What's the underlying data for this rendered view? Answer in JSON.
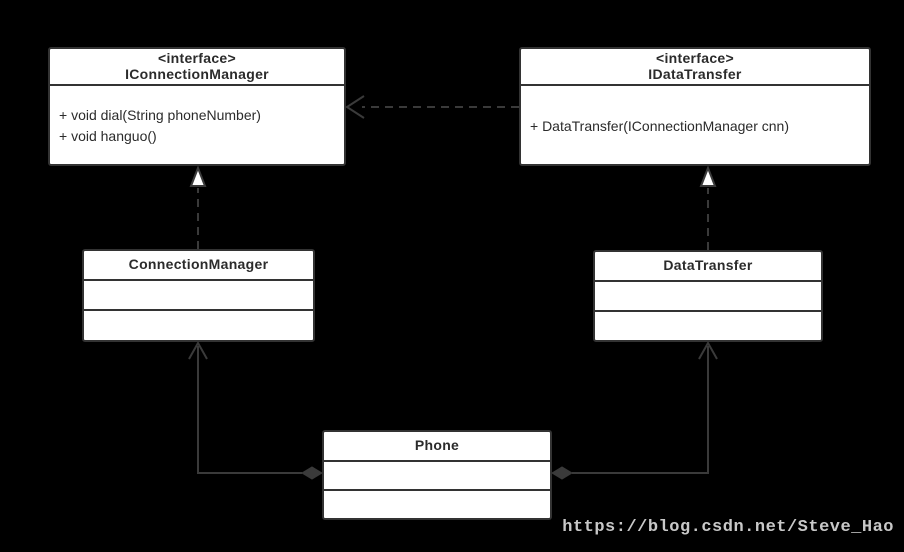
{
  "diagram": {
    "kind": "uml-class-diagram",
    "colors": {
      "background": "#000000",
      "line": "#3a3a3a",
      "box_fill": "#ffffff",
      "box_border": "#333333",
      "text": "#2b2b2b",
      "watermark": "#c8c8c8",
      "realization_head_fill": "#ffffff"
    }
  },
  "classes": [
    {
      "id": "IConnectionManager",
      "stereotype": "<interface>",
      "name": "IConnectionManager",
      "methods": [
        "+ void dial(String phoneNumber)",
        "+ void hanguo()"
      ]
    },
    {
      "id": "IDataTransfer",
      "stereotype": "<interface>",
      "name": "IDataTransfer",
      "methods": [
        "+ DataTransfer(IConnectionManager cnn)"
      ]
    },
    {
      "id": "ConnectionManager",
      "stereotype": "",
      "name": "ConnectionManager",
      "methods": []
    },
    {
      "id": "DataTransfer",
      "stereotype": "",
      "name": "DataTransfer",
      "methods": []
    },
    {
      "id": "Phone",
      "stereotype": "",
      "name": "Phone",
      "methods": []
    }
  ],
  "relationships": [
    {
      "from": "ConnectionManager",
      "to": "IConnectionManager",
      "type": "realization",
      "line_style": "dashed",
      "head": "hollow-triangle"
    },
    {
      "from": "DataTransfer",
      "to": "IDataTransfer",
      "type": "realization",
      "line_style": "dashed",
      "head": "hollow-triangle"
    },
    {
      "from": "IDataTransfer",
      "to": "IConnectionManager",
      "type": "dependency",
      "line_style": "dashed",
      "head": "open-arrow"
    },
    {
      "from": "Phone",
      "to": "ConnectionManager",
      "type": "aggregation",
      "line_style": "solid",
      "head": "open-arrow",
      "tail": "filled-diamond"
    },
    {
      "from": "Phone",
      "to": "DataTransfer",
      "type": "aggregation",
      "line_style": "solid",
      "head": "open-arrow",
      "tail": "filled-diamond"
    }
  ],
  "watermark": {
    "text": "https://blog.csdn.net/Steve_Hao"
  }
}
